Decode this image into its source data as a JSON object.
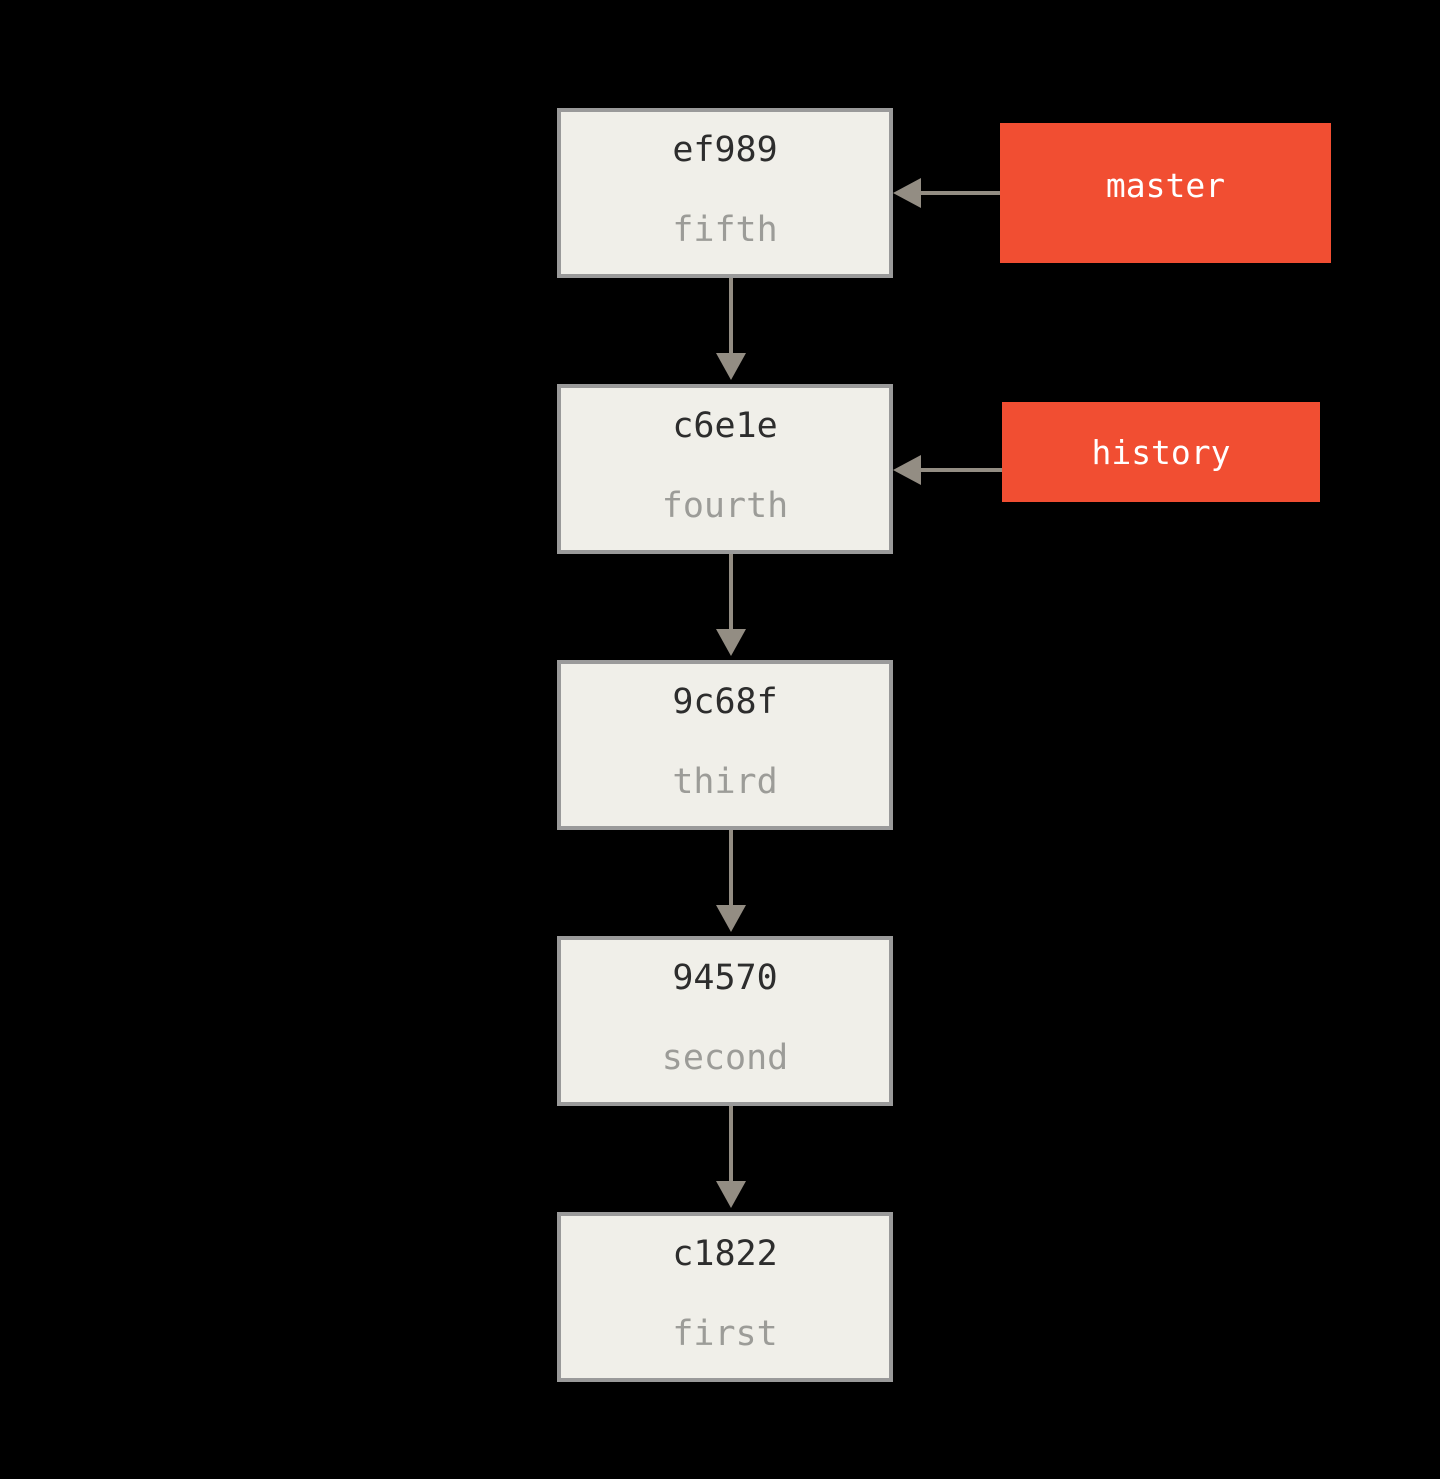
{
  "diagram": {
    "type": "git-commit-history",
    "background": "#000000",
    "colors": {
      "background": "#000000",
      "node_fill": "#F0EFE9",
      "node_border": "#9A9A9A",
      "hash_text": "#2D2D2D",
      "message_text": "#9C9C98",
      "arrow": "#938D83",
      "branch_fill": "#F14E32",
      "branch_text": "#FFFFFF"
    },
    "commits": [
      {
        "hash": "ef989",
        "message": "fifth"
      },
      {
        "hash": "c6e1e",
        "message": "fourth"
      },
      {
        "hash": "9c68f",
        "message": "third"
      },
      {
        "hash": "94570",
        "message": "second"
      },
      {
        "hash": "c1822",
        "message": "first"
      }
    ],
    "branches": [
      {
        "name": "master",
        "points_to": "ef989"
      },
      {
        "name": "history",
        "points_to": "c6e1e"
      }
    ]
  }
}
